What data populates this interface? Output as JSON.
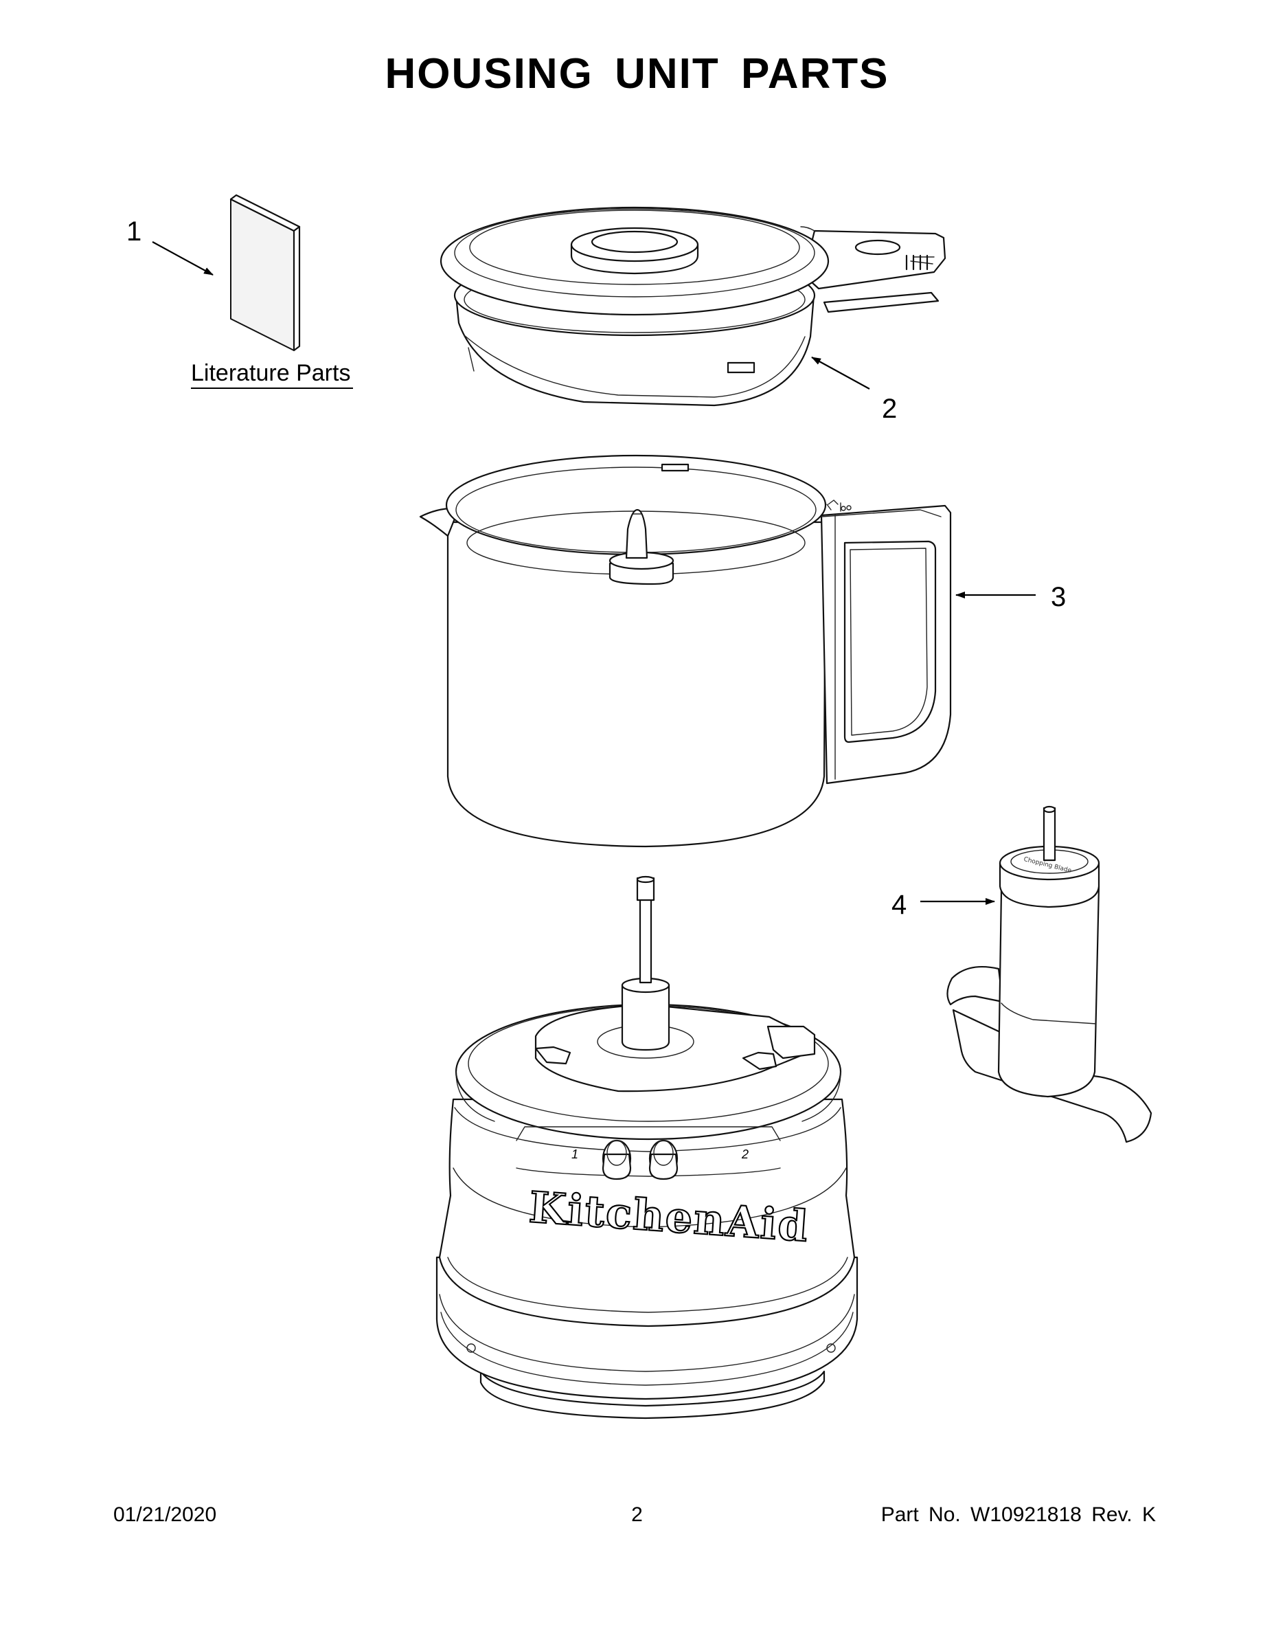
{
  "title": "HOUSING UNIT PARTS",
  "callouts": [
    {
      "number": "1"
    },
    {
      "number": "2"
    },
    {
      "number": "3"
    },
    {
      "number": "4"
    }
  ],
  "literature_label": "Literature Parts",
  "base": {
    "logo": "KitchenAid",
    "speed_1": "1",
    "speed_2": "2"
  },
  "blade_hub_text": "Chopping Blade",
  "footer": {
    "date": "01/21/2020",
    "page": "2",
    "part_number": "Part No.  W10921818  Rev.  K"
  }
}
